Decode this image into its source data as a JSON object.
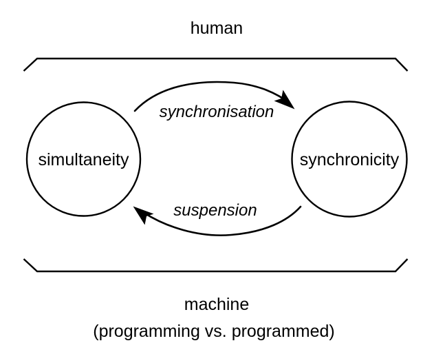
{
  "diagram": {
    "type": "cycle-diagram",
    "background_color": "#ffffff",
    "stroke_color": "#000000",
    "frame": {
      "top_label": "human",
      "bottom_label": "machine",
      "bottom_sublabel": "(programming vs. programmed)"
    },
    "nodes": [
      {
        "id": "simultaneity",
        "label": "simultaneity",
        "shape": "circle",
        "side": "left"
      },
      {
        "id": "synchronicity",
        "label": "synchronicity",
        "shape": "circle",
        "side": "right"
      }
    ],
    "edges": [
      {
        "id": "synchronisation",
        "label": "synchronisation",
        "from": "simultaneity",
        "to": "synchronicity",
        "style": "curved-arrow",
        "emphasis": "italic",
        "position": "above"
      },
      {
        "id": "suspension",
        "label": "suspension",
        "from": "synchronicity",
        "to": "simultaneity",
        "style": "curved-arrow",
        "emphasis": "italic",
        "position": "below"
      }
    ]
  }
}
